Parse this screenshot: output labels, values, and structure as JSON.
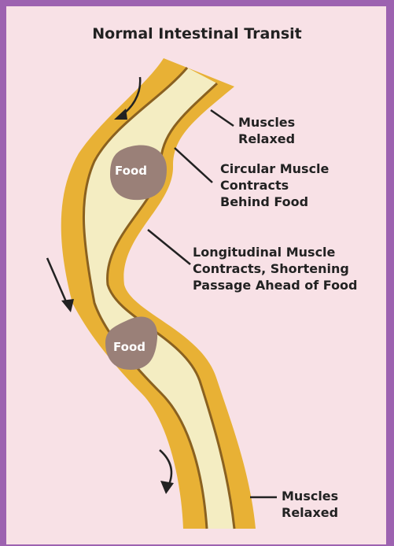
{
  "title": "Normal Intestinal Transit",
  "labels": {
    "muscles_relaxed_top": "Muscles\nRelaxed",
    "circular": "Circular Muscle\nContracts\nBehind Food",
    "longitudinal": "Longitudinal Muscle\nContracts, Shortening\nPassage Ahead of Food",
    "muscles_relaxed_bottom": "Muscles\nRelaxed"
  },
  "food": [
    "Food",
    "Food"
  ],
  "colors": {
    "frame": "#9d62b0",
    "background": "#f8e1e6",
    "muscle": "#e8b135",
    "muscle_line": "#8a6120",
    "lumen": "#f4edc2",
    "food": "#9a8078"
  }
}
